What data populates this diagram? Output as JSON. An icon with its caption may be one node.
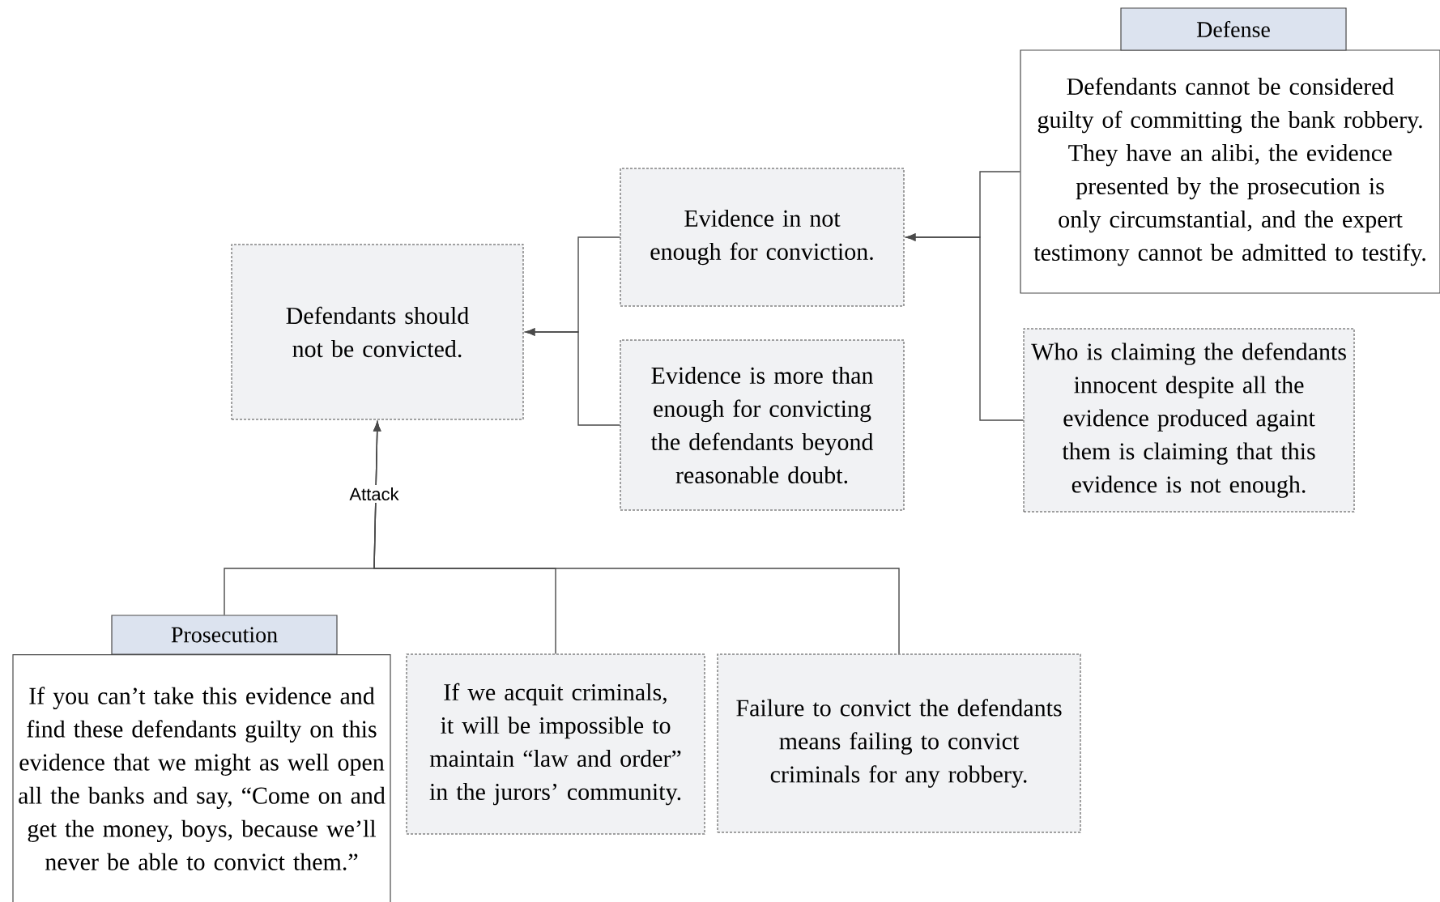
{
  "diagram": {
    "nodes": [
      {
        "text": [
          "Defendants should not be convicted."
        ]
      },
      {
        "text": [
          "Evidence in not enough for conviction."
        ]
      },
      {
        "text": [
          "Evidence is more than enough for convicting the defendants beyond reasonable doubt."
        ]
      },
      {
        "text": [
          "Defense",
          "Defendants cannot be considered guilty of committing the bank robbery. They have an alibi, the evidence presented by the prosecution is only circumstantial, and the expert testimony cannot be admitted to testify."
        ]
      },
      {
        "text": [
          "Who is claiming the defendants innocent despite all the evidence produced againt them is claiming that this evidence is not enough."
        ]
      },
      {
        "text": [
          "Prosecution",
          "If you can’t take this evidence and find these defendants guilty on this evidence that we might as well open all the banks and say, “Come on and get the money, boys, because we’ll never be able to convict them.”"
        ]
      },
      {
        "text": [
          "If we acquit criminals, it will be impossible to maintain “law and order” in the jurors’ community."
        ]
      },
      {
        "text": [
          "Failure to convict the defendants means failing to convict criminals for any robbery."
        ]
      }
    ],
    "edges": [
      {
        "from": 1,
        "to": 0,
        "arrow": "to"
      },
      {
        "from": 2,
        "to": 0,
        "arrow": "to"
      },
      {
        "from": 3,
        "to": 1,
        "arrow": "to"
      },
      {
        "from": 4,
        "to": 1,
        "arrow": "to"
      },
      {
        "from": 5,
        "to": 0,
        "arrow": "to",
        "label": "Attack"
      },
      {
        "from": 6,
        "to": 0,
        "arrow": "to"
      },
      {
        "from": 7,
        "to": 0,
        "arrow": "to"
      }
    ]
  }
}
